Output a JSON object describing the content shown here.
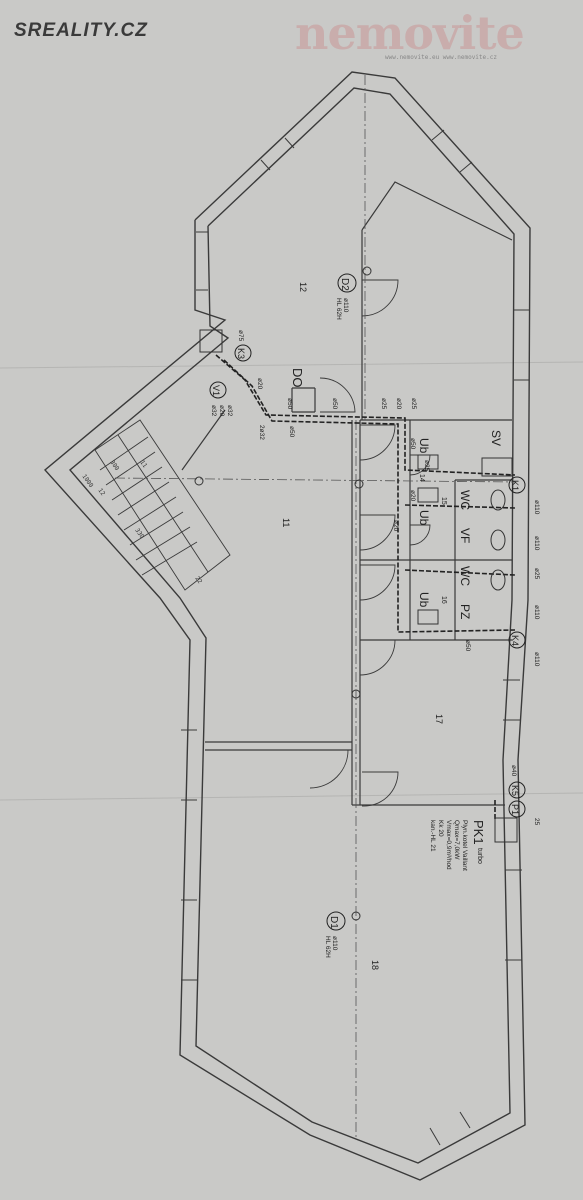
{
  "watermarks": {
    "left": "SREALITY.CZ",
    "right": "nemovite",
    "right_sub": "www.nemovite.eu    www.nemovite.cz"
  },
  "rooms": {
    "r12": "12",
    "r11": "11",
    "r14": "14",
    "r15": "15",
    "r16": "16",
    "r17": "17",
    "r18": "18"
  },
  "fixtures": {
    "do": "DO",
    "sv": "SV",
    "ub1": "Ub",
    "ub2": "Ub",
    "ub3": "Ub",
    "wc1": "WC",
    "vf": "VF",
    "wc2": "WC",
    "pz": "PZ"
  },
  "boiler": {
    "title": "PK1",
    "sub": "turbo",
    "line1": "Plyn.kotel Vaillant",
    "line2": "Qmax=7,0kW",
    "line3": "Vmax=0,9m³/hod",
    "line4": "Kk 20",
    "line5": "kan.-HL 21"
  },
  "nodes": {
    "d2": "D2",
    "d2_dim": "ø110",
    "d2_hl": "HL 62H",
    "d1": "D1",
    "d1_dim": "ø110",
    "d1_hl": "HL 62H",
    "k3": "K3",
    "k3_dim": "ø75",
    "v1": "V1",
    "v1_d1": "ø32",
    "v1_d2": "ø20",
    "v1_d3": "ø32",
    "k1": "K1",
    "k1_dim": "ø110",
    "k4": "K4",
    "k4_dim": "ø110",
    "k5": "K5",
    "k5_dim": "ø40",
    "p1": "P1",
    "p1_dim": "25"
  },
  "pipes": {
    "a": "ø20",
    "b": "ø25",
    "c": "ø20",
    "d": "ø50",
    "e": "ø25",
    "f": "2ø32",
    "g": "ø50",
    "h": "ø50",
    "i": "ø25",
    "j": "ø20",
    "k": "ø20",
    "l": "ø110",
    "m": "ø25",
    "n": "ø110",
    "o": "ø50",
    "p": "ø50"
  },
  "stair": {
    "d1": "1000",
    "d2": "12",
    "d3": "300",
    "d4": "11",
    "d5": "22",
    "d6": "330"
  }
}
